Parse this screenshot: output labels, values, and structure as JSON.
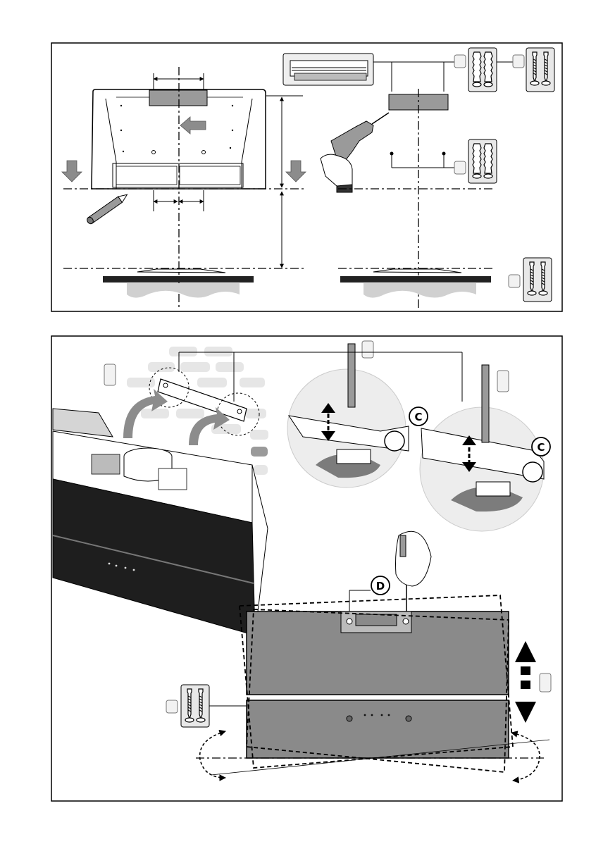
{
  "callouts": {
    "c_top": "C",
    "c_right": "C",
    "d": "D"
  },
  "colors": {
    "line": "#000000",
    "panel_gray": "#8a8a8a",
    "arrow_gray": "#8c8c8c",
    "brick": "#e6e6e6",
    "badge_fill": "#f2f2f2"
  },
  "icons": [
    "drill-icon",
    "pencil-icon",
    "screwdriver-icon",
    "wall-plug-icon",
    "screw-icon",
    "bracket-icon",
    "arrow-down-icon",
    "arrow-left-icon",
    "rotate-arrow-icon",
    "up-down-arrow-icon"
  ]
}
